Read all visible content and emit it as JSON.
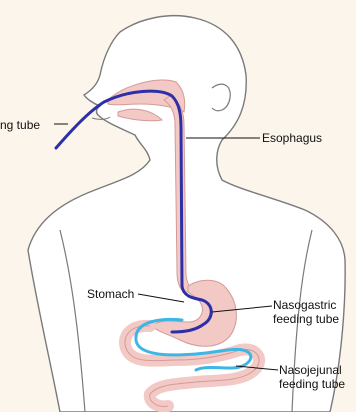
{
  "labels": {
    "feeding_tube_partial": "ng tube",
    "esophagus": "Esophagus",
    "stomach": "Stomach",
    "nasogastric_line1": "Nasogastric",
    "nasogastric_line2": "feeding tube",
    "nasojejunal_line1": "Nasojejunal",
    "nasojejunal_line2": "feeding tube"
  },
  "colors": {
    "background": "#fbf5ec",
    "body_fill": "#ffffff",
    "body_outline": "#7a7a7a",
    "organ_fill": "#f3c9c6",
    "organ_outline": "#d49a98",
    "nasogastric_tube": "#2d2fa8",
    "nasojejunal_tube": "#3db6e6",
    "leader_line": "#111111"
  }
}
